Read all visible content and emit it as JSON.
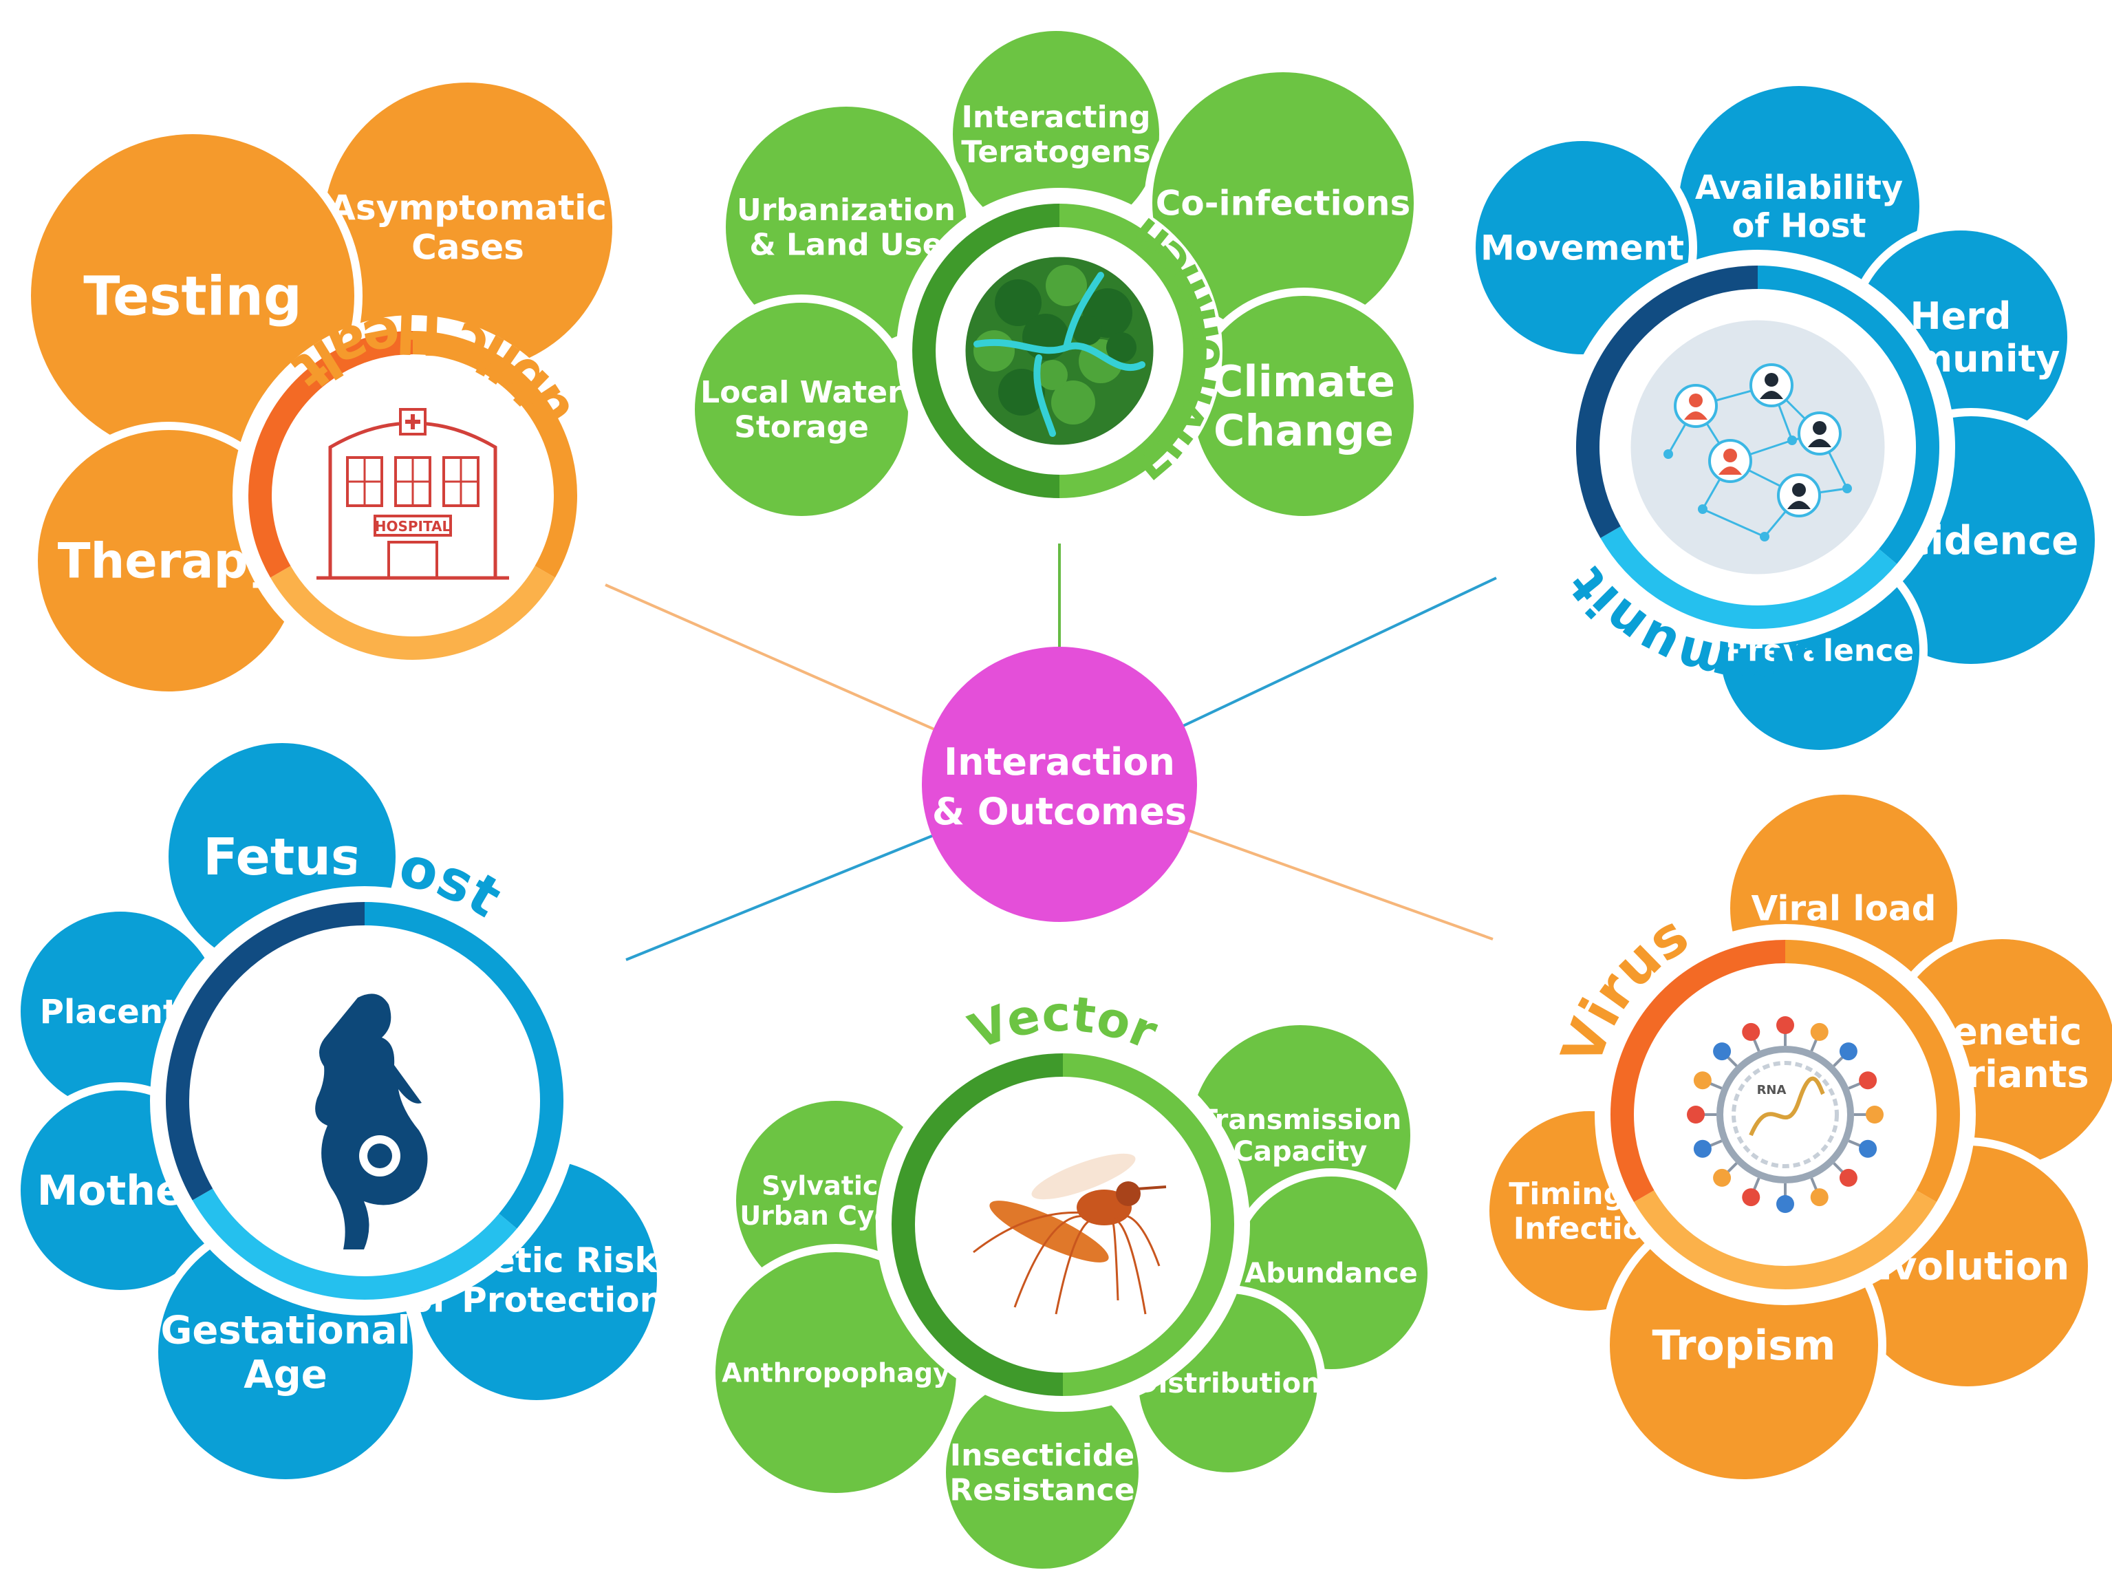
{
  "center": {
    "label_lines": [
      "Interaction",
      "& Outcomes"
    ],
    "color": "#e44fd9"
  },
  "colors": {
    "orange": "#f59a2c",
    "orange_light": "#fbb14a",
    "orange_dark": "#f36a25",
    "green": "#6cc443",
    "green_dark": "#3f9a2b",
    "blue": "#0a9fd6",
    "blue_dark": "#114c82",
    "blue_light": "#25c0ee",
    "link_orange": "#f6b67a",
    "link_green": "#66bb44",
    "link_blue": "#2a9fd0"
  },
  "hubs": [
    {
      "id": "public-health",
      "title": "Public Health",
      "color": "orange",
      "icon": "hospital-icon",
      "icon_label": "HOSPITAL",
      "items": [
        {
          "label_lines": [
            "Asymptomatic",
            "Cases"
          ]
        },
        {
          "label_lines": [
            "Testing"
          ]
        },
        {
          "label_lines": [
            "Therapy"
          ]
        }
      ]
    },
    {
      "id": "environment",
      "title": "Environment",
      "color": "green",
      "icon": "globe-forest-icon",
      "items": [
        {
          "label_lines": [
            "Interacting",
            "Teratogens"
          ]
        },
        {
          "label_lines": [
            "Urbanization",
            "& Land Use"
          ]
        },
        {
          "label_lines": [
            "Co-infections"
          ]
        },
        {
          "label_lines": [
            "Local Water",
            "Storage"
          ]
        },
        {
          "label_lines": [
            "Climate",
            "Change"
          ]
        }
      ]
    },
    {
      "id": "community",
      "title": "Community",
      "color": "blue",
      "icon": "people-network-icon",
      "items": [
        {
          "label_lines": [
            "Availability",
            "of Host"
          ]
        },
        {
          "label_lines": [
            "Movement"
          ]
        },
        {
          "label_lines": [
            "Herd",
            "Immunity"
          ]
        },
        {
          "label_lines": [
            "Incidence"
          ]
        },
        {
          "label_lines": [
            "Prevalence"
          ]
        }
      ]
    },
    {
      "id": "host",
      "title": "Host",
      "color": "blue",
      "icon": "pregnant-woman-icon",
      "items": [
        {
          "label_lines": [
            "Fetus"
          ]
        },
        {
          "label_lines": [
            "Placenta"
          ]
        },
        {
          "label_lines": [
            "Mother"
          ]
        },
        {
          "label_lines": [
            "Gestational",
            "Age"
          ]
        },
        {
          "label_lines": [
            "Genetic Risk",
            "or Protection"
          ]
        }
      ]
    },
    {
      "id": "vector",
      "title": "Vector",
      "color": "green",
      "icon": "mosquito-icon",
      "items": [
        {
          "label_lines": [
            "Transmission",
            "Capacity"
          ]
        },
        {
          "label_lines": [
            "Sylvatic &",
            "Urban Cycles"
          ]
        },
        {
          "label_lines": [
            "Abundance"
          ]
        },
        {
          "label_lines": [
            "Anthropophagy"
          ]
        },
        {
          "label_lines": [
            "Distribution"
          ]
        },
        {
          "label_lines": [
            "Insecticide",
            "Resistance"
          ]
        }
      ]
    },
    {
      "id": "virus",
      "title": "Virus",
      "color": "orange",
      "icon": "virus-particle-icon",
      "icon_label": "RNA",
      "items": [
        {
          "label_lines": [
            "Viral load"
          ]
        },
        {
          "label_lines": [
            "Genetic",
            "Variants"
          ]
        },
        {
          "label_lines": [
            "Timing of",
            "Infection"
          ]
        },
        {
          "label_lines": [
            "Evolution"
          ]
        },
        {
          "label_lines": [
            "Tropism"
          ]
        }
      ]
    }
  ]
}
